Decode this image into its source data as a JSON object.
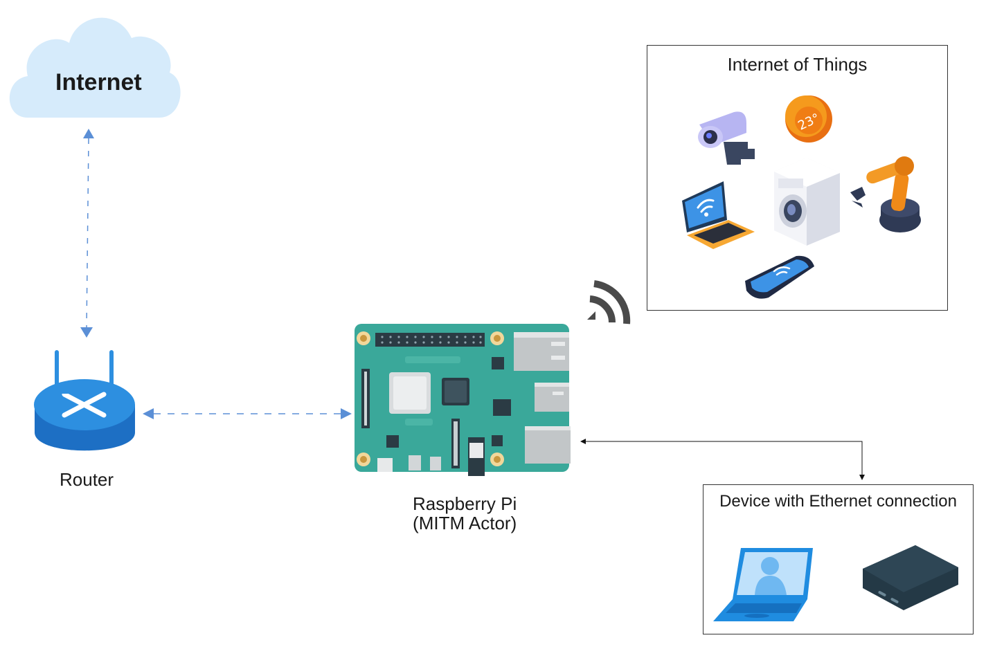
{
  "nodes": {
    "internet": {
      "label": "Internet"
    },
    "router": {
      "label": "Router"
    },
    "raspberry_pi": {
      "label_line1": "Raspberry Pi",
      "label_line2": "(MITM Actor)"
    },
    "iot_group": {
      "title": "Internet of Things"
    },
    "ethernet_group": {
      "title": "Device with Ethernet connection"
    }
  },
  "colors": {
    "cloud": "#d6ebfb",
    "dashed_connector": "#5b8fd6",
    "router_blue": "#2d8fe0",
    "pi_board": "#3aa89a",
    "solid_connector": "#111111",
    "wifi_signal": "#4a4a4a"
  },
  "icons": [
    "cloud-icon",
    "router-icon",
    "raspberry-pi-board-icon",
    "wifi-signal-icon",
    "security-camera-icon",
    "thermostat-icon",
    "laptop-wifi-icon",
    "washing-machine-icon",
    "robotic-arm-icon",
    "smartphone-wifi-icon",
    "laptop-user-icon",
    "set-top-box-icon"
  ]
}
